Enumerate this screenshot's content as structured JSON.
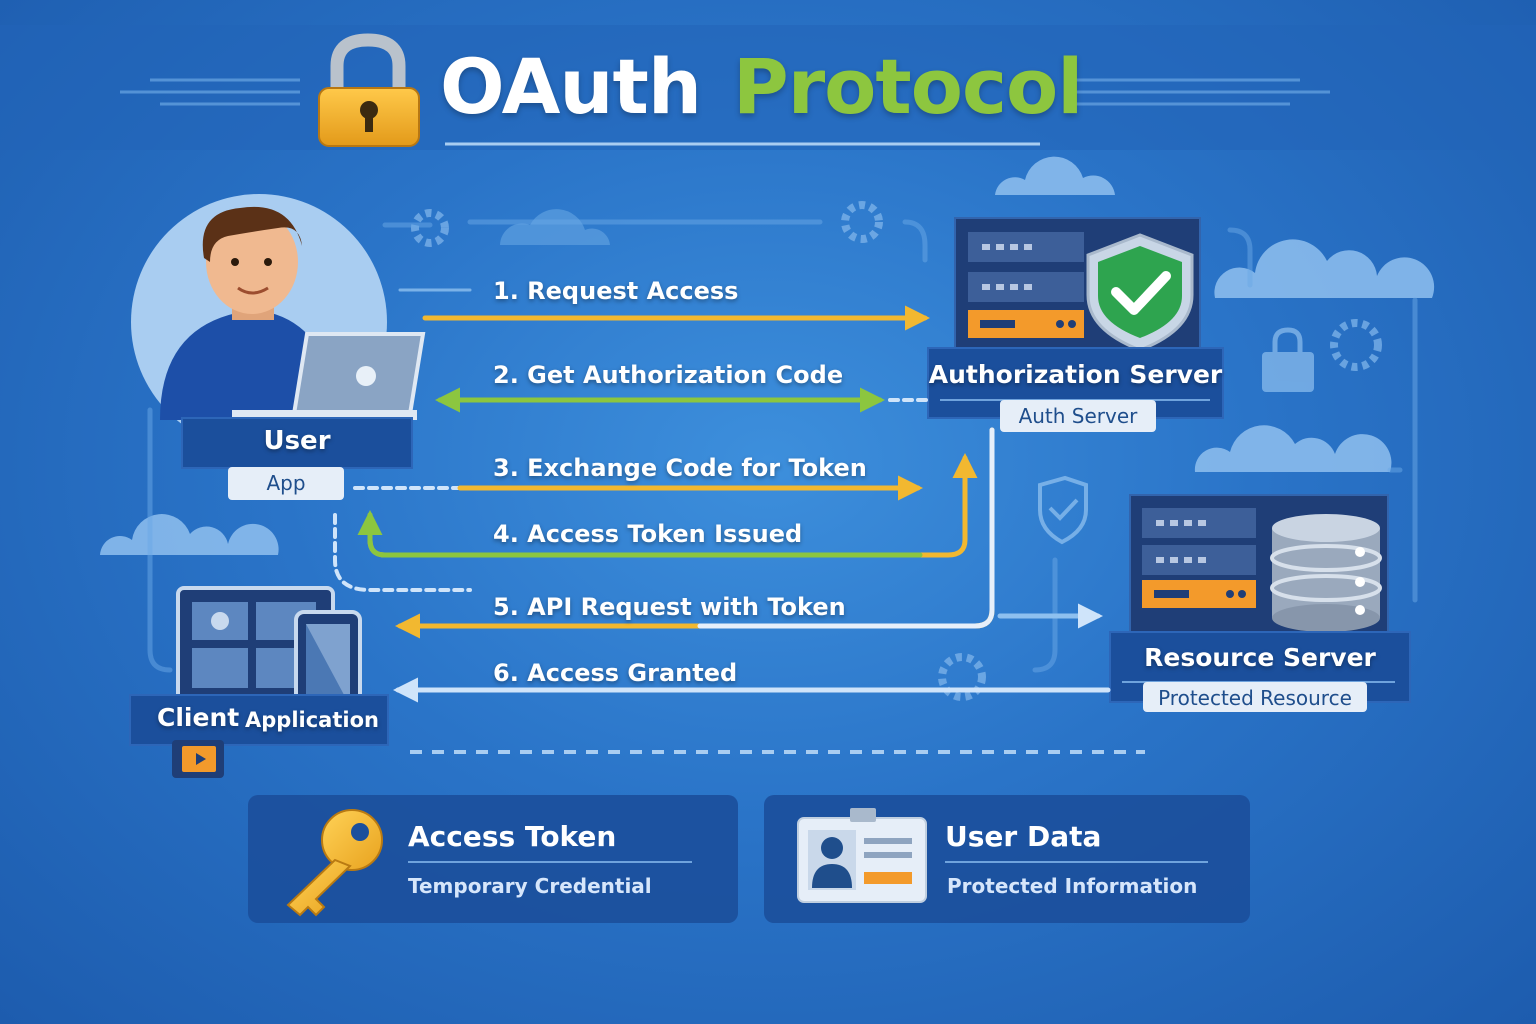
{
  "title": {
    "part1": "OAuth",
    "part2": "Protocol"
  },
  "nodes": {
    "user": {
      "name": "User",
      "tag": "App"
    },
    "auth_server": {
      "name": "Authorization Server",
      "tag": "Auth Server"
    },
    "resource_server": {
      "name": "Resource Server",
      "tag": "Protected Resource"
    },
    "client": {
      "name1": "Client",
      "name2": "Application"
    }
  },
  "steps": [
    {
      "label": "1. Request Access"
    },
    {
      "label": "2. Get Authorization Code"
    },
    {
      "label": "3. Exchange Code for Token"
    },
    {
      "label": "4. Access Token Issued"
    },
    {
      "label": "5. API Request with Token"
    },
    {
      "label": "6. Access Granted"
    }
  ],
  "cards": [
    {
      "title": "Access Token",
      "subtitle": "Temporary Credential"
    },
    {
      "title": "User Data",
      "subtitle": "Protected Information"
    }
  ],
  "colors": {
    "yellow_arrow": "#f2b830",
    "green_arrow": "#8cc63f",
    "light_arrow": "#cfe4fa",
    "panel": "#1b4f9c",
    "accent_orange": "#f39a2b",
    "shield_green": "#2ea44f"
  },
  "icons": [
    "padlock-icon",
    "shield-check-icon",
    "server-icon",
    "database-icon",
    "gear-icon",
    "cloud-icon",
    "key-icon",
    "id-card-icon",
    "laptop-icon",
    "tablet-icon"
  ]
}
